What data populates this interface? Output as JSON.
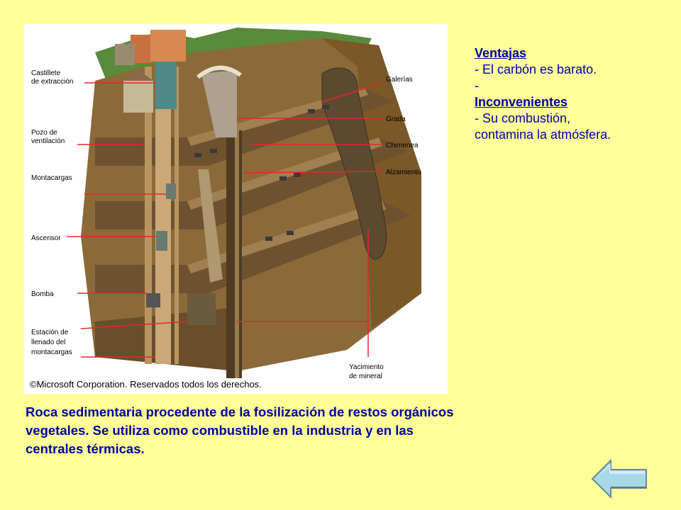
{
  "diagram": {
    "labels_left": [
      "Castillete",
      "de extracción",
      "Pozo de",
      "ventilación",
      "Montacargas",
      "Ascensor",
      "Bomba",
      "Estación de",
      "llenado del",
      "montacargas"
    ],
    "labels_right": [
      "Galerías",
      "Grada",
      "Chimenea",
      "Alzamiento",
      "Yacimiento",
      "de mineral"
    ],
    "copyright": "©Microsoft Corporation. Reservados todos los derechos."
  },
  "side": {
    "ventajas_title": "Ventajas",
    "ventajas_item": "- El carbón es barato.",
    "separator": "-",
    "inconv_title": "Inconvenientes",
    "inconv_item_1": "- Su combustión,",
    "inconv_item_2": "contamina la atmósfera."
  },
  "description": {
    "line1": "Roca sedimentaria procedente de la fosilización de restos orgánicos",
    "line2": "vegetales. Se utiliza como combustible en la industria y en las",
    "line3": "centrales térmicas."
  },
  "nav": {
    "back_icon": "arrow-left-icon",
    "color": "#a8d8e8"
  }
}
